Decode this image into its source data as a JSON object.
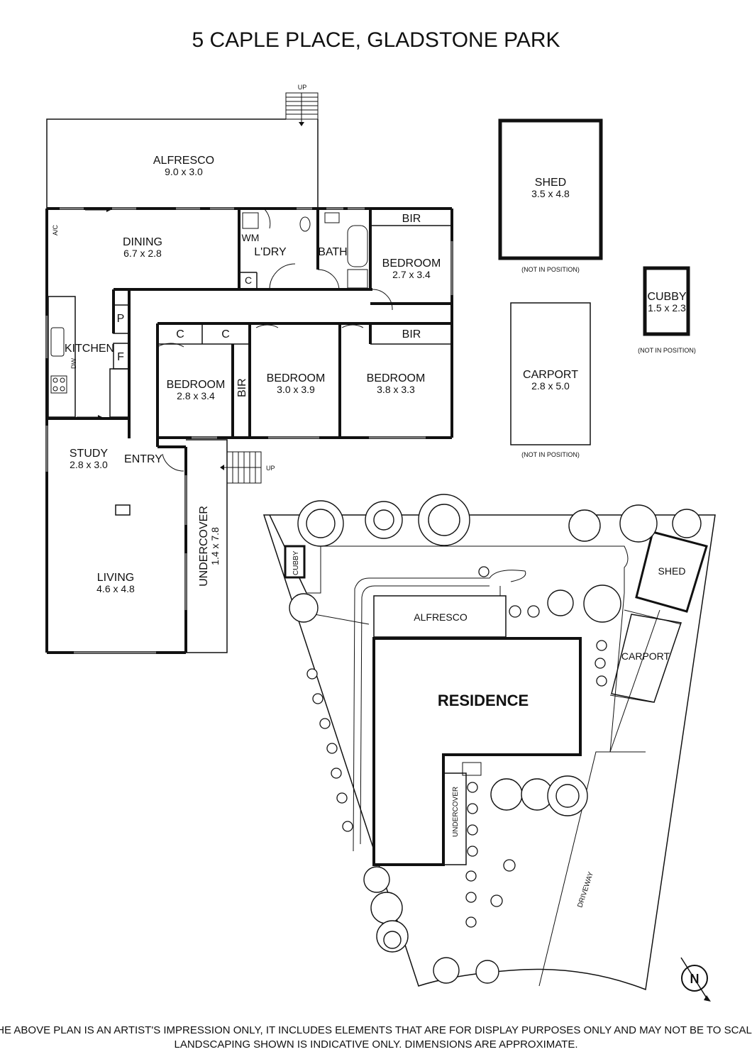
{
  "title": "5 CAPLE PLACE, GLADSTONE PARK",
  "floorplan": {
    "alfresco": {
      "name": "ALFRESCO",
      "dim": "9.0 x 3.0"
    },
    "dining": {
      "name": "DINING",
      "dim": "6.7 x 2.8"
    },
    "wm": "WM",
    "laundry": "L'DRY",
    "laundry_cupboard": "C",
    "bath": "BATH",
    "bir": "BIR",
    "bedroom_ne": {
      "name": "BEDROOM",
      "dim": "2.7 x 3.4"
    },
    "kitchen": "KITCHEN",
    "pantry": "P",
    "fridge": "F",
    "dw": "DW",
    "ac": "A/C",
    "cupboard": "C",
    "bedroom_1": {
      "name": "BEDROOM",
      "dim": "2.8 x 3.4"
    },
    "bedroom_2": {
      "name": "BEDROOM",
      "dim": "3.0 x 3.9"
    },
    "bedroom_3": {
      "name": "BEDROOM",
      "dim": "3.8 x 3.3"
    },
    "study": {
      "name": "STUDY",
      "dim": "2.8 x 3.0"
    },
    "entry": "ENTRY",
    "living": {
      "name": "LIVING",
      "dim": "4.6 x 4.8"
    },
    "undercover": {
      "name": "UNDERCOVER",
      "dim": "1.4 x 7.8"
    },
    "up": "UP"
  },
  "outbuildings": {
    "shed": {
      "name": "SHED",
      "dim": "3.5 x 4.8"
    },
    "cubby": {
      "name": "CUBBY",
      "dim": "1.5 x 2.3"
    },
    "carport": {
      "name": "CARPORT",
      "dim": "2.8 x 5.0"
    },
    "not_in_position": "(NOT IN POSITION)"
  },
  "siteplan": {
    "cubby": "CUBBY",
    "shed": "SHED",
    "alfresco": "ALFRESCO",
    "carport": "CARPORT",
    "residence": "RESIDENCE",
    "undercover": "UNDERCOVER",
    "driveway": "DRIVEWAY",
    "north": "N"
  },
  "disclaimer": {
    "line1": "THE ABOVE PLAN IS AN ARTIST'S IMPRESSION ONLY, IT INCLUDES ELEMENTS THAT ARE FOR DISPLAY PURPOSES ONLY AND MAY NOT BE TO SCALE.",
    "line2": "LANDSCAPING SHOWN IS INDICATIVE ONLY. DIMENSIONS ARE APPROXIMATE."
  }
}
